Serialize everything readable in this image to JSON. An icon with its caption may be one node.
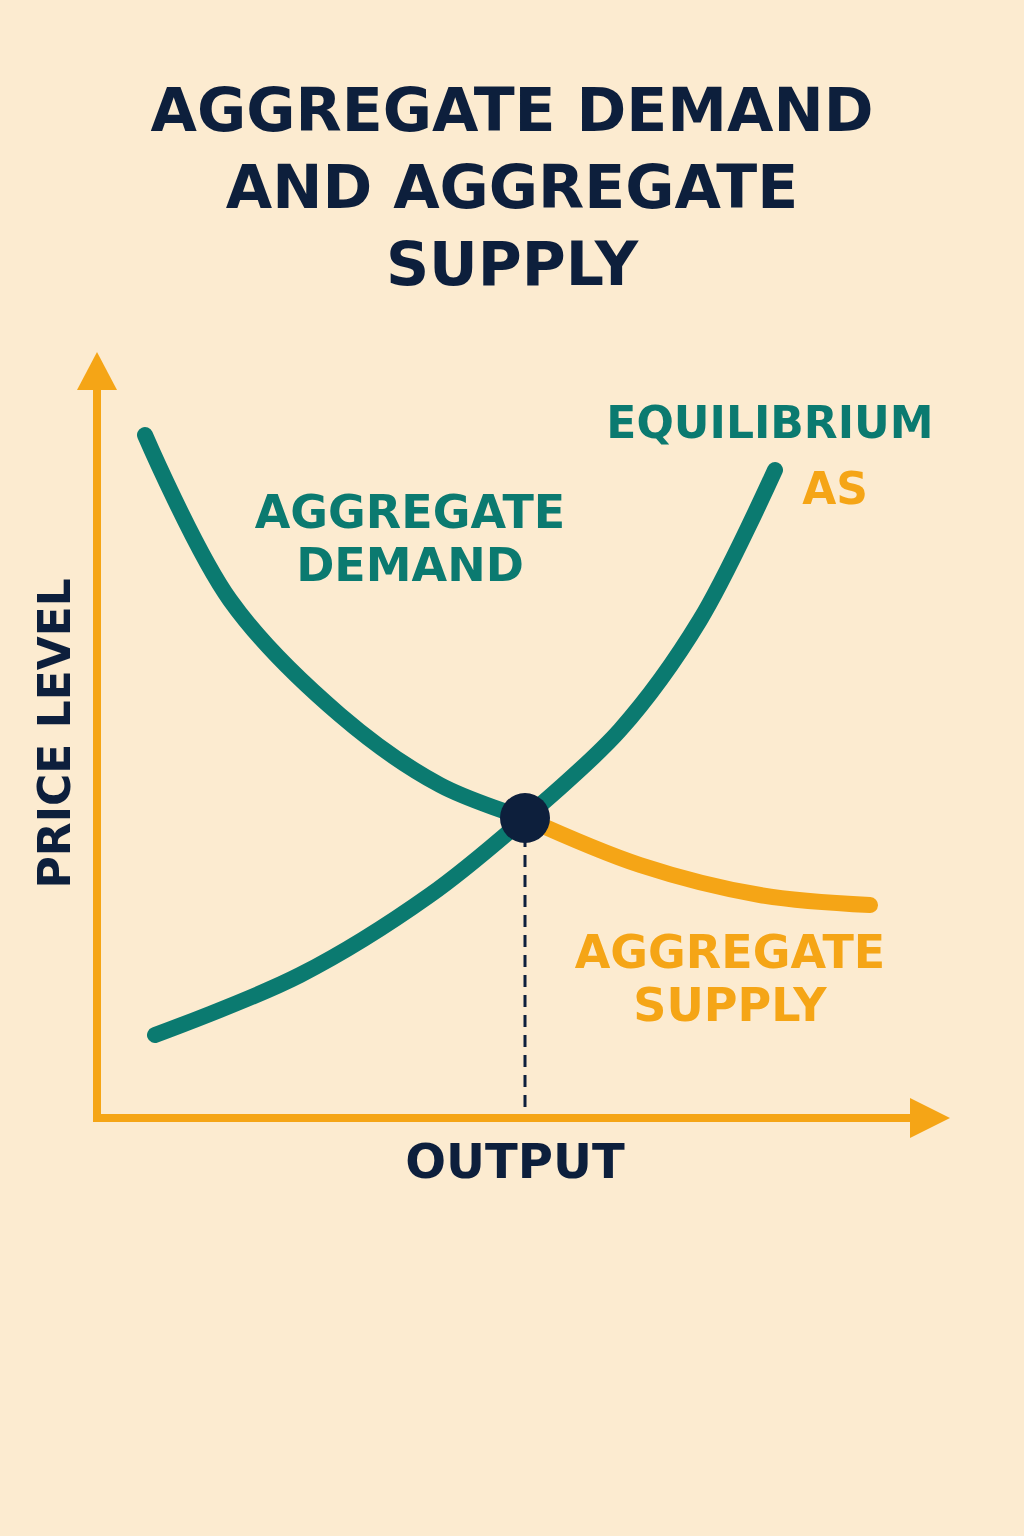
{
  "diagram": {
    "title": "AGGREGATE DEMAND AND AGGREGATE SUPPLY",
    "labels": [
      "EQUILIBRIUM",
      "AS",
      "AGGREGATE DEMAND",
      "PRICE LEVEL",
      "AGGREGATE SUPPLY",
      "OUTPUT"
    ]
  }
}
